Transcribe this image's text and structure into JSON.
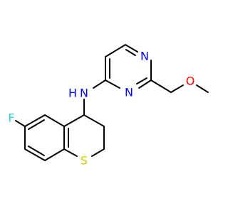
{
  "molecule": {
    "atoms": {
      "N_amine": {
        "label": "N",
        "color": "#0000FF"
      },
      "H_amine": {
        "label": "H",
        "color": "#0000FF"
      },
      "N_pyr_top": {
        "label": "N",
        "color": "#0000FF"
      },
      "N_pyr_bottom": {
        "label": "N",
        "color": "#0000FF"
      },
      "O_methoxy": {
        "label": "O",
        "color": "#FF0000"
      },
      "F": {
        "label": "F",
        "color": "#33CCCC"
      },
      "S": {
        "label": "S",
        "color": "#CCCC00"
      }
    },
    "bond_color": "#000000"
  }
}
